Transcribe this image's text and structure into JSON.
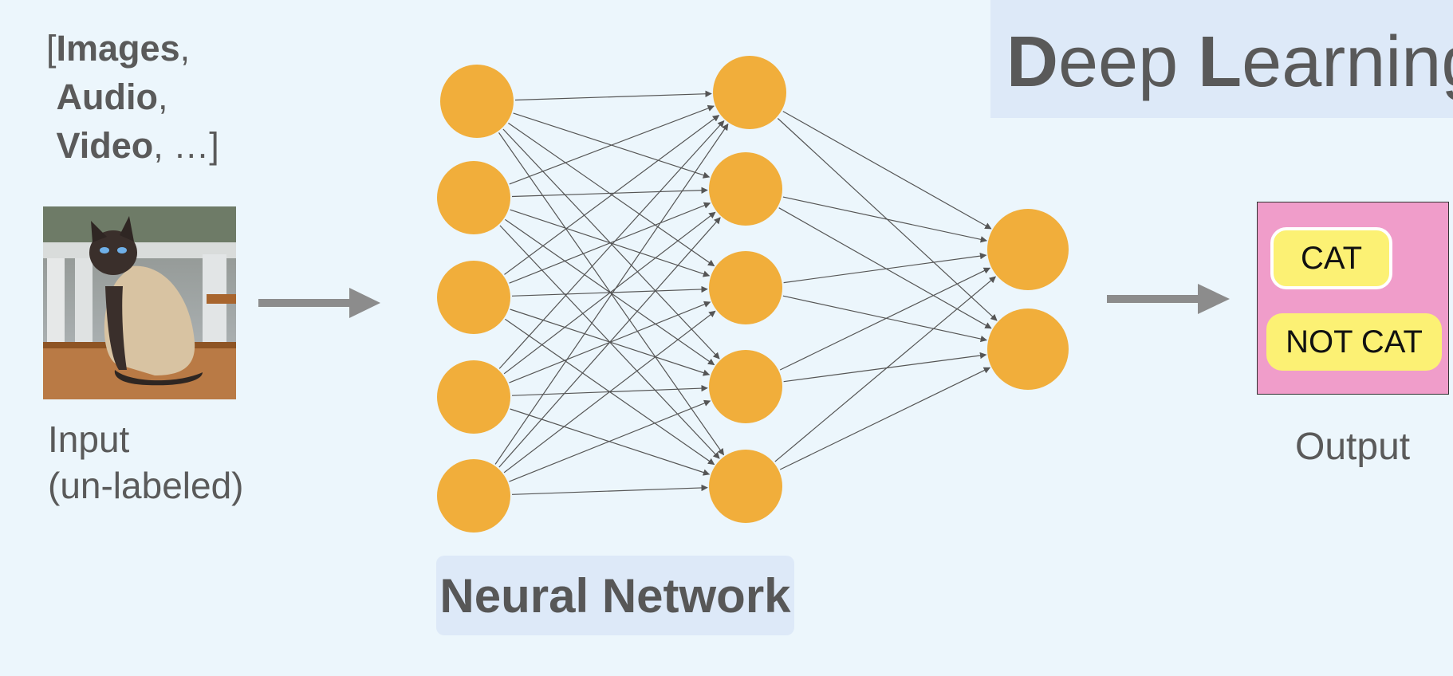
{
  "input_types": {
    "open_bracket": "[",
    "item1": "Images",
    "item2": "Audio",
    "item3": "Video",
    "tail": ", …]"
  },
  "input_label": {
    "line1": "Input",
    "line2": "(un-labeled)"
  },
  "network": {
    "title": "Neural Network",
    "node_color": "#f1ae3b",
    "edge_color": "#555555"
  },
  "title": {
    "d_initial": "D",
    "d_rest": "eep ",
    "l_initial": "L",
    "l_rest": "earning"
  },
  "output": {
    "options": [
      "CAT",
      "NOT CAT"
    ],
    "label": "Output",
    "background": "#f09dca",
    "pill_color": "#fcf174"
  },
  "colors": {
    "page_background": "#ecf6fc",
    "title_box": "#dde9f8",
    "arrow": "#8c8c8c"
  }
}
